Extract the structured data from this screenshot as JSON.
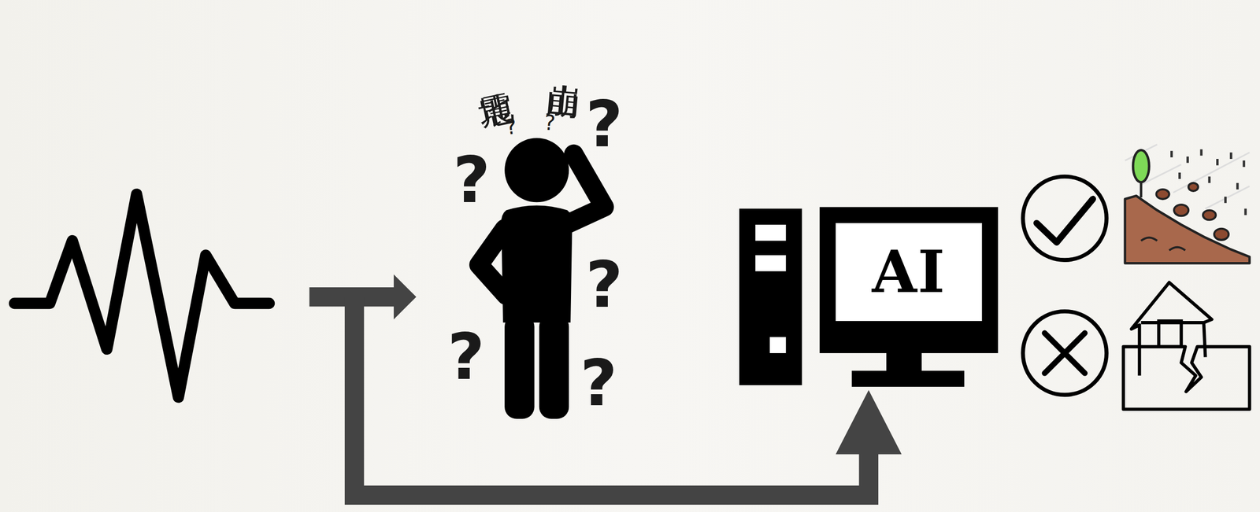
{
  "diagram": {
    "nodes": [
      {
        "text": [
          "AI"
        ]
      }
    ],
    "labels": [
      "地震",
      "山崩",
      "?",
      "?",
      "?",
      "?",
      "?",
      "?",
      "?"
    ]
  }
}
